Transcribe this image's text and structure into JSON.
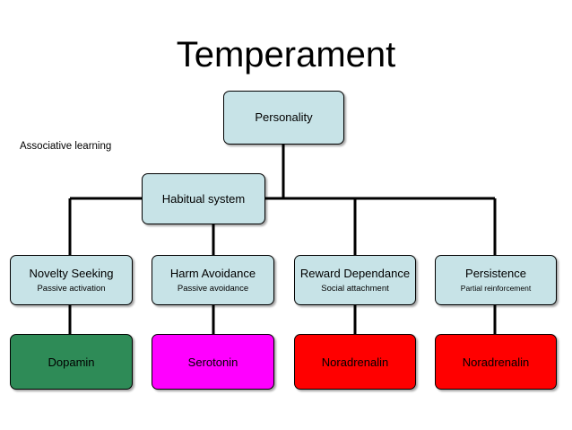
{
  "title": "Temperament",
  "side_label": "Associative learning",
  "top": {
    "label": "Personality"
  },
  "habitual": {
    "label": "Habitual system"
  },
  "traits": [
    {
      "label": "Novelty Seeking",
      "sub": "Passive activation"
    },
    {
      "label": "Harm Avoidance",
      "sub": "Passive avoidance"
    },
    {
      "label": "Reward Dependance",
      "sub": "Social attachment"
    },
    {
      "label": "Persistence",
      "sub": "Partial reinforcement"
    }
  ],
  "neurotransmitters": [
    {
      "label": "Dopamin",
      "color": "#2e8b57"
    },
    {
      "label": "Serotonin",
      "color": "#ff00ff"
    },
    {
      "label": "Noradrenalin",
      "color": "#ff0000"
    },
    {
      "label": "Noradrenalin",
      "color": "#ff0000"
    }
  ],
  "colors": {
    "box_fill": "#c7e3e7",
    "line": "#000000"
  }
}
